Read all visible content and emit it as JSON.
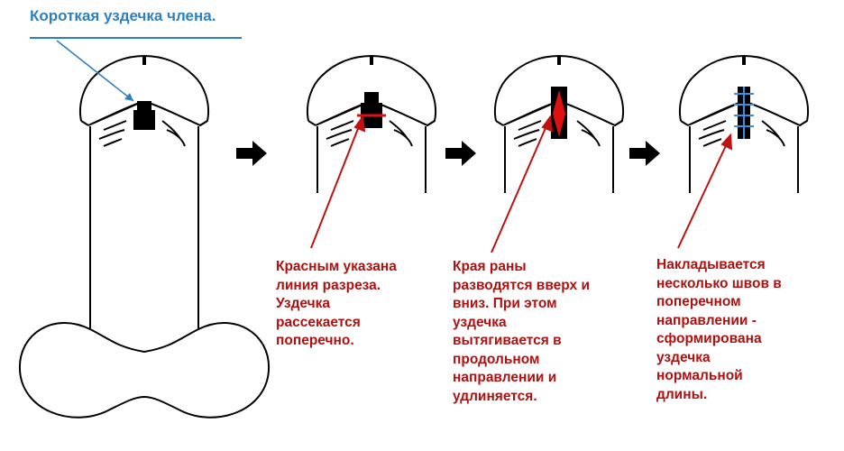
{
  "title": "Короткая уздечка члена.",
  "colors": {
    "title": "#2e7fbf",
    "caption": "#b01010",
    "incision": "#e01010",
    "suture": "#3a8fe0"
  },
  "steps": [
    {
      "caption_lines": [
        "Красным указана",
        "линия разреза.",
        "Уздечка",
        "рассекается",
        "поперечно."
      ]
    },
    {
      "caption_lines": [
        "Края раны",
        "разводятся вверх и",
        "вниз. При этом",
        "уздечка",
        "вытягивается в",
        "продольном",
        "направлении и",
        "удлиняется."
      ]
    },
    {
      "caption_lines": [
        "Накладывается",
        "несколько швов в",
        "поперечном",
        "направлении -",
        "сформирована",
        "уздечка",
        "нормальной",
        "длины."
      ]
    }
  ]
}
